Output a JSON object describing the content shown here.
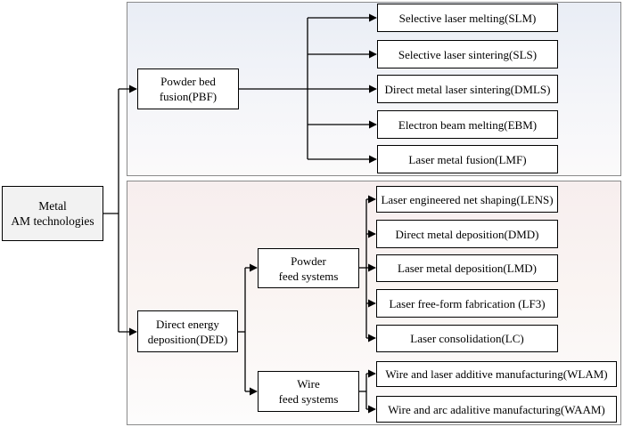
{
  "root": {
    "label": "Metal\nAM technologies"
  },
  "pbf": {
    "label": "Powder bed\nfusion(PBF)",
    "items": [
      "Selective laser melting(SLM)",
      "Selective laser sintering(SLS)",
      "Direct metal laser sintering(DMLS)",
      "Electron beam melting(EBM)",
      "Laser metal fusion(LMF)"
    ]
  },
  "ded": {
    "label": "Direct energy\ndeposition(DED)",
    "powder": {
      "label": "Powder\nfeed systems",
      "items": [
        "Laser engineered net shaping(LENS)",
        "Direct metal deposition(DMD)",
        "Laser metal deposition(LMD)",
        "Laser free-form fabrication (LF3)",
        "Laser consolidation(LC)"
      ]
    },
    "wire": {
      "label": "Wire\nfeed systems",
      "items": [
        "Wire and laser additive manufacturing(WLAM)",
        "Wire and arc adalitive manufacturing(WAAM)"
      ]
    }
  }
}
